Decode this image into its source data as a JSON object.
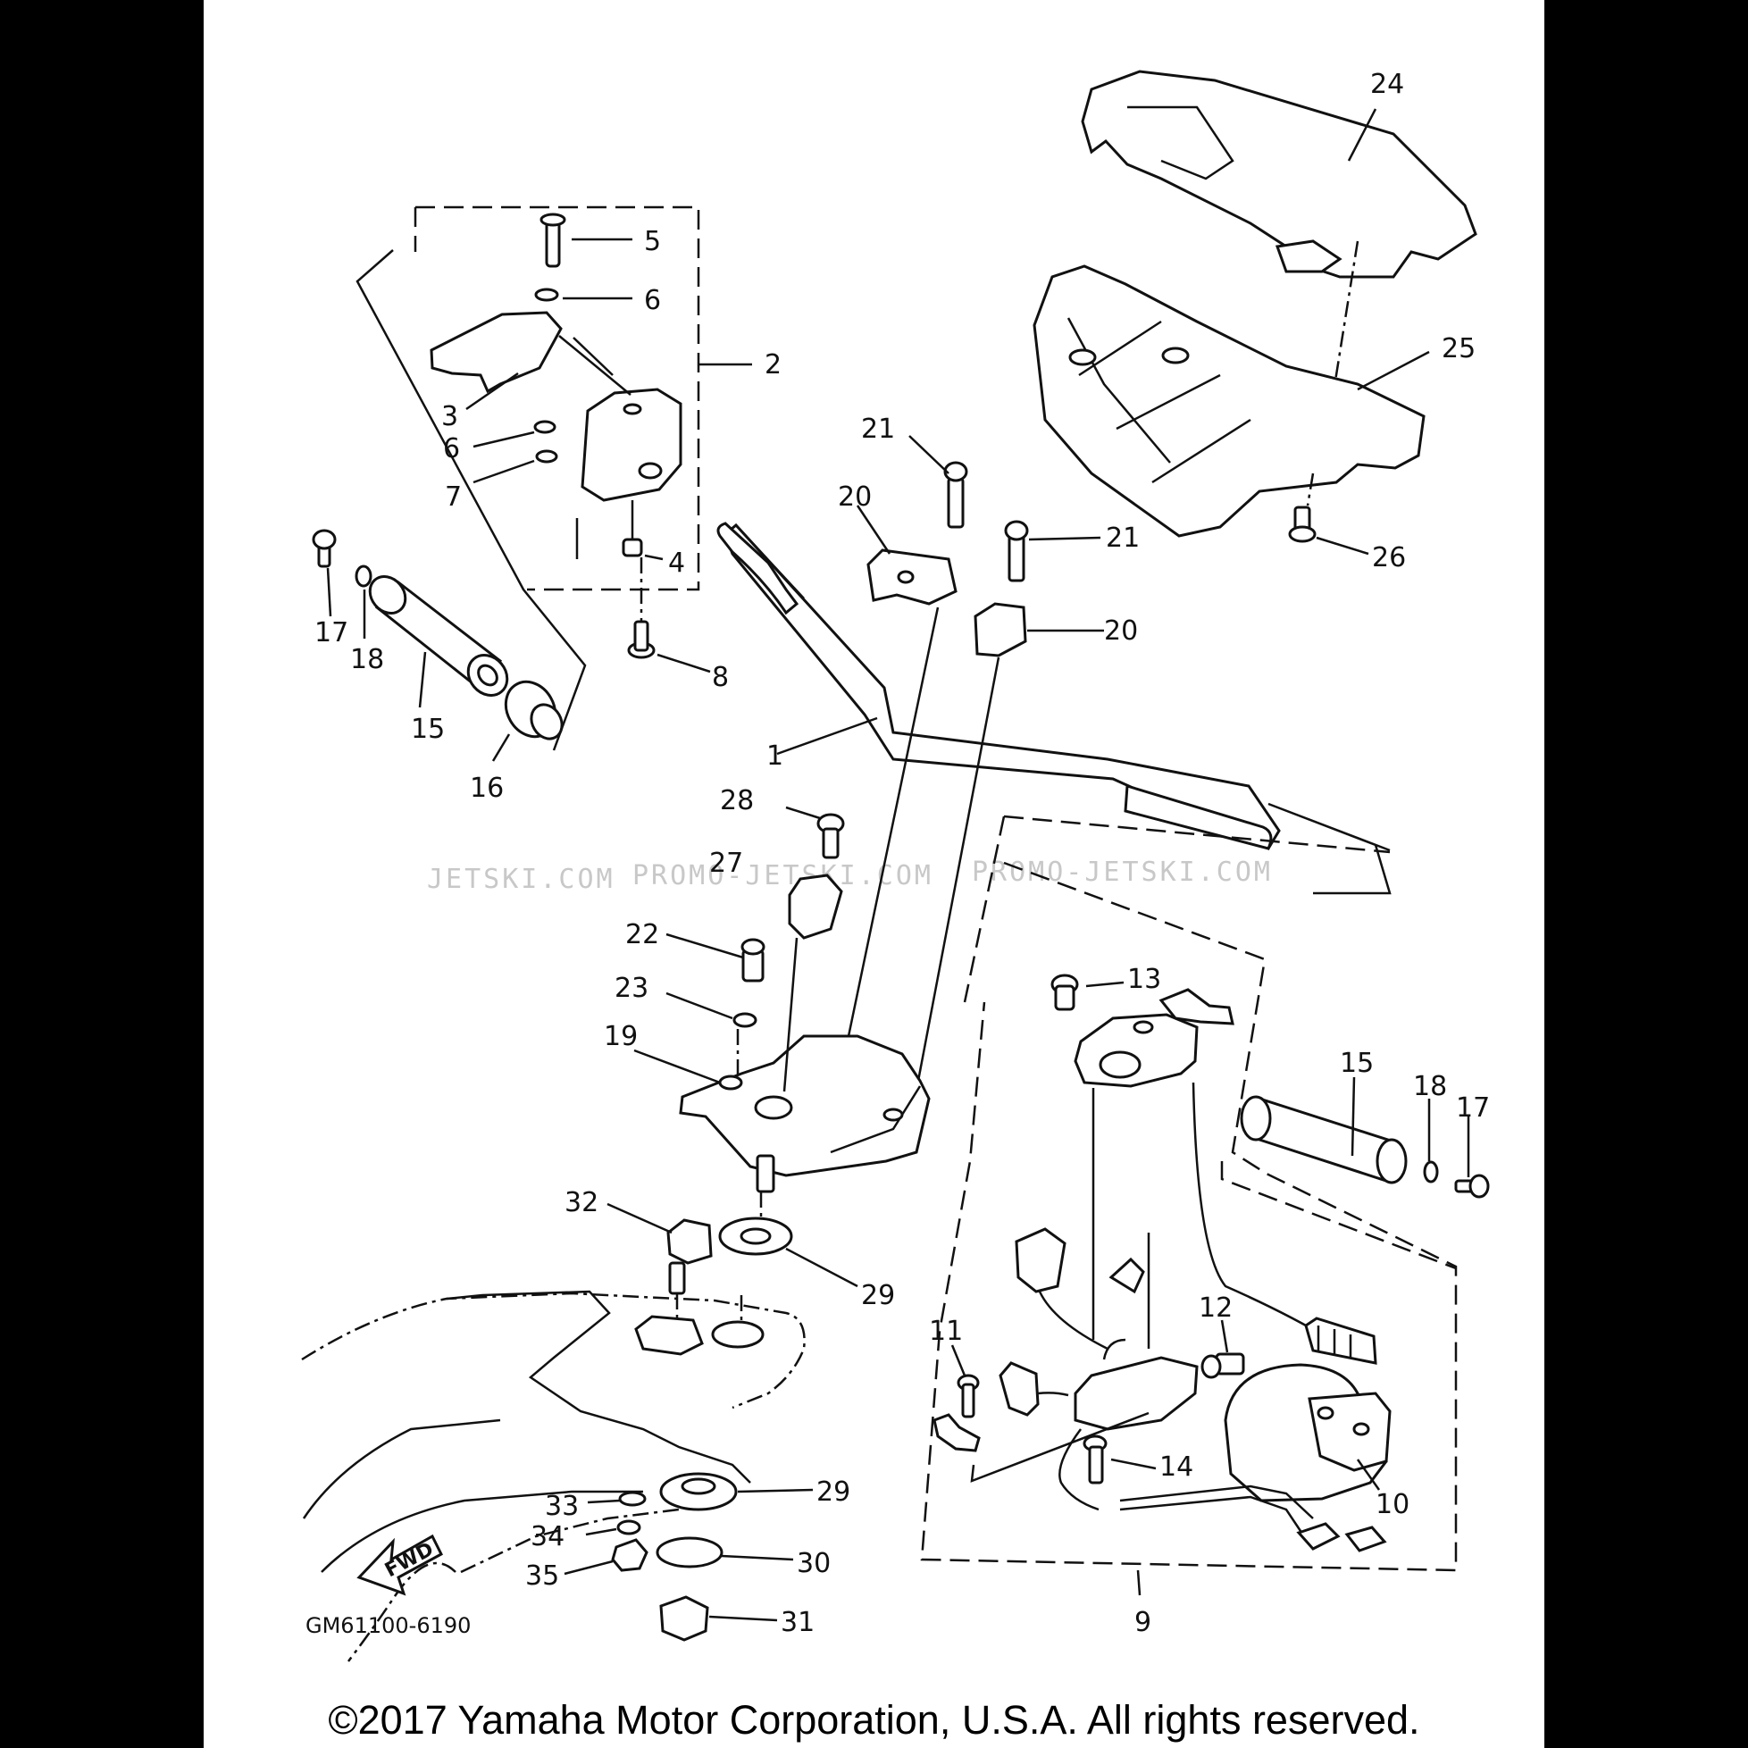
{
  "diagram": {
    "watermarks": [
      "JETSKI.COM",
      "PROMO-JETSKI.COM",
      "PROMO-JETSKI.COM"
    ],
    "code": "GM61100-6190",
    "fwd_label": "FWD",
    "callouts": {
      "c1": "1",
      "c2": "2",
      "c3": "3",
      "c4": "4",
      "c5": "5",
      "c6a": "6",
      "c6b": "6",
      "c7": "7",
      "c8": "8",
      "c9": "9",
      "c10": "10",
      "c11": "11",
      "c12": "12",
      "c13": "13",
      "c14": "14",
      "c15a": "15",
      "c15b": "15",
      "c16": "16",
      "c17a": "17",
      "c17b": "17",
      "c18a": "18",
      "c18b": "18",
      "c19": "19",
      "c20a": "20",
      "c20b": "20",
      "c21a": "21",
      "c21b": "21",
      "c22": "22",
      "c23": "23",
      "c24": "24",
      "c25": "25",
      "c26": "26",
      "c27": "27",
      "c28": "28",
      "c29a": "29",
      "c29b": "29",
      "c30": "30",
      "c31": "31",
      "c32": "32",
      "c33": "33",
      "c34": "34",
      "c35": "35"
    }
  },
  "footer": {
    "copyright": "©2017 Yamaha Motor Corporation, U.S.A. All rights reserved."
  }
}
